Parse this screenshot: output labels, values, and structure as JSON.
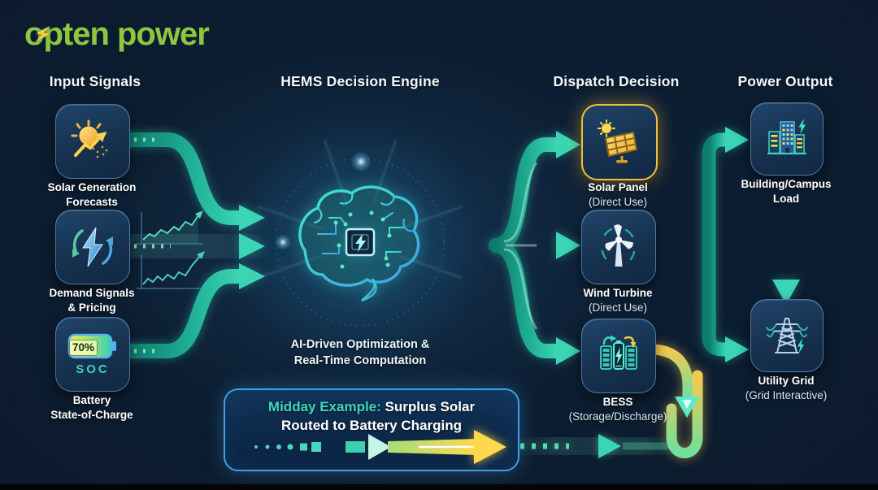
{
  "logo": {
    "part1": "o",
    "part2": "pten power",
    "bolt_icon": "lightning-bolt"
  },
  "headers": {
    "inputs": "Input Signals",
    "engine": "HEMS Decision Engine",
    "dispatch": "Dispatch Decision",
    "output": "Power Output"
  },
  "inputs": [
    {
      "line1": "Solar Generation",
      "line2": "Forecasts",
      "icon": "sun-trend-icon"
    },
    {
      "line1": "Demand Signals",
      "line2": "& Pricing",
      "icon": "bolt-cycle-icon"
    },
    {
      "line1": "Battery",
      "line2": "State-of-Charge",
      "icon": "battery-icon",
      "percent": "70%",
      "soc_label": "SOC"
    }
  ],
  "engine": {
    "caption_line1": "AI-Driven Optimization &",
    "caption_line2": "Real-Time Computation",
    "icon": "ai-brain-circuit-icon"
  },
  "dispatch": [
    {
      "name": "Solar Panel",
      "sub": "(Direct Use)",
      "icon": "solar-panel-icon",
      "highlighted": true
    },
    {
      "name": "Wind Turbine",
      "sub": "(Direct Use)",
      "icon": "wind-turbine-icon",
      "highlighted": false
    },
    {
      "name": "BESS",
      "sub": "(Storage/Discharge)",
      "icon": "battery-storage-icon",
      "highlighted": false
    }
  ],
  "outputs": [
    {
      "line1": "Building/Campus",
      "line2": "Load",
      "icon": "building-icon"
    },
    {
      "line1": "Utility Grid",
      "line2": "(Grid Interactive)",
      "icon": "transmission-tower-icon"
    }
  ],
  "banner": {
    "highlight": "Midday Example:",
    "line1_rest": "Surplus Solar",
    "line2": "Routed to Battery Charging"
  },
  "colors": {
    "background": "#0a1828",
    "arrow_teal": "#2ec9ab",
    "gold": "#f5c242",
    "logo_green": "#8dc63f",
    "banner_border": "#3f9fe0",
    "highlight_teal": "#3fd6bc",
    "solar_card_border": "#f2bd3a"
  }
}
